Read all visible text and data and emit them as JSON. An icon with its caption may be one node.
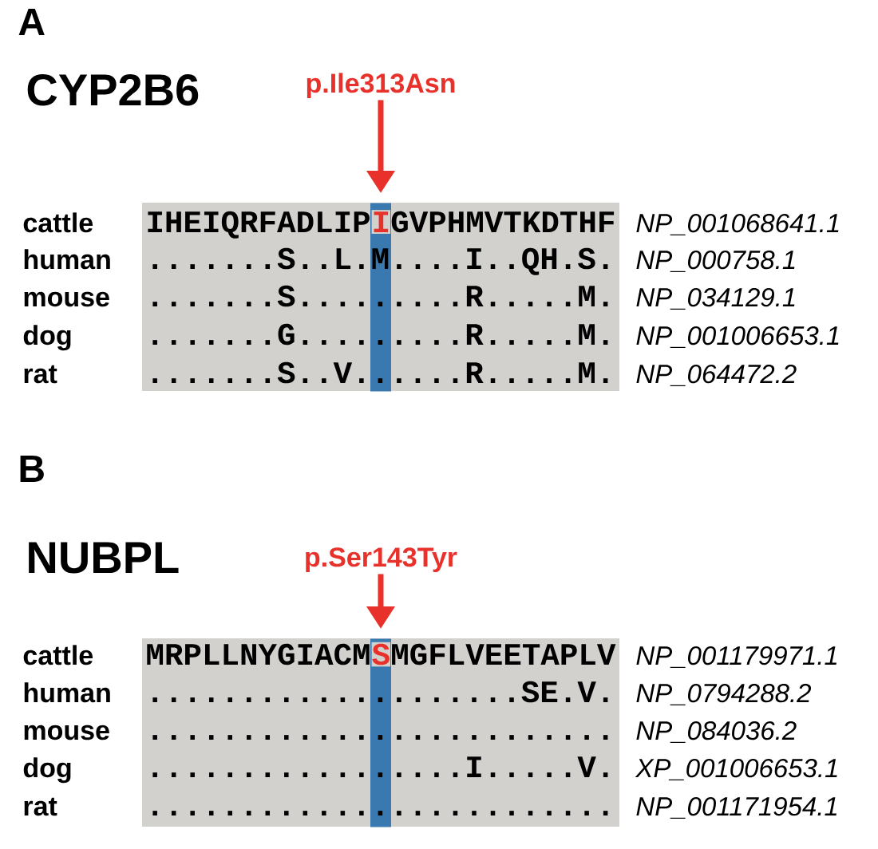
{
  "diagram": {
    "nodes": [
      {
        "text": [
          "p.Ile313Asn"
        ]
      },
      {
        "text": [],
        "shape": "bar"
      },
      {
        "text": [
          "p.Ser143Tyr"
        ]
      },
      {
        "text": [],
        "shape": "bar"
      }
    ],
    "edges": [
      {
        "from": 0,
        "to": 1,
        "arrow": "to"
      },
      {
        "from": 2,
        "to": 3,
        "arrow": "to"
      }
    ],
    "labels": [
      "A",
      "CYP2B6",
      "cattle",
      "IHEIQRFADLIP",
      "I",
      "GVPHMVTKDTHF",
      "NP_001068641.1",
      "human",
      ".......S..L.M....I..QH.S.",
      "NP_000758.1",
      "mouse",
      ".......S.........R.....M.",
      "NP_034129.1",
      "dog",
      ".......G.........R.....M.",
      "NP_001006653.1",
      "rat",
      ".......S..V......R.....M.",
      "NP_064472.2",
      "B",
      "NUBPL",
      "cattle",
      "MRPLLNYGIACM",
      "S",
      "MGFLVEETAPLV",
      "NP_001179971.1",
      "human",
      "....................SE.V.",
      "NP_0794288.2",
      "mouse",
      ".........................",
      "NP_084036.2",
      "dog",
      ".................I.....V.",
      "XP_001006653.1",
      "rat",
      ".........................",
      "NP_001171954.1"
    ]
  }
}
